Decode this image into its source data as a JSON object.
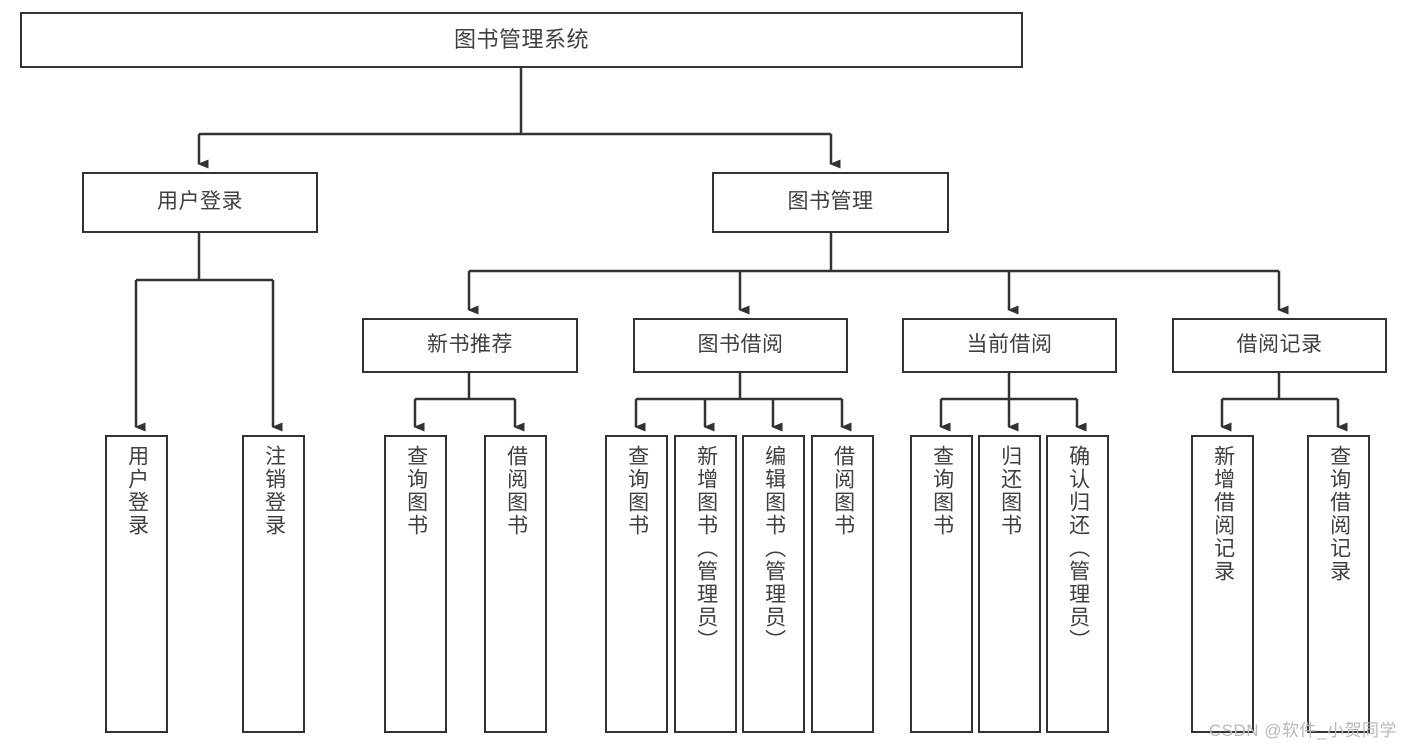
{
  "diagram": {
    "title": "图书管理系统",
    "watermark": "CSDN @软件_小贺同学",
    "colors": {
      "background": "#ffffff",
      "node_border": "#333333",
      "node_fill": "#ffffff",
      "text": "#3f3f3f",
      "edge": "#333333",
      "watermark": "#b9b9b9"
    },
    "nodes": {
      "root": {
        "label": "图书管理系统"
      },
      "level2": [
        {
          "id": "user-login",
          "label": "用户登录"
        },
        {
          "id": "book-manage",
          "label": "图书管理"
        }
      ],
      "level3": [
        {
          "id": "new-book-recommend",
          "label": "新书推荐"
        },
        {
          "id": "book-borrow",
          "label": "图书借阅"
        },
        {
          "id": "current-borrow",
          "label": "当前借阅"
        },
        {
          "id": "borrow-record",
          "label": "借阅记录"
        }
      ],
      "leaves": {
        "user_login": [
          {
            "id": "leaf-user-login",
            "label": "用户登录"
          },
          {
            "id": "leaf-logout-login",
            "label": "注销登录"
          }
        ],
        "new_book_recommend": [
          {
            "id": "leaf-query-book-1",
            "label": "查询图书"
          },
          {
            "id": "leaf-borrow-book-1",
            "label": "借阅图书"
          }
        ],
        "book_borrow": [
          {
            "id": "leaf-query-book-2",
            "label": "查询图书"
          },
          {
            "id": "leaf-add-book",
            "label": "新增图书（管理员）"
          },
          {
            "id": "leaf-edit-book",
            "label": "编辑图书（管理员）"
          },
          {
            "id": "leaf-borrow-book-2",
            "label": "借阅图书"
          }
        ],
        "current_borrow": [
          {
            "id": "leaf-query-book-3",
            "label": "查询图书"
          },
          {
            "id": "leaf-return-book",
            "label": "归还图书"
          },
          {
            "id": "leaf-confirm-return",
            "label": "确认归还（管理员）"
          }
        ],
        "borrow_record": [
          {
            "id": "leaf-add-record",
            "label": "新增借阅记录"
          },
          {
            "id": "leaf-query-record",
            "label": "查询借阅记录"
          }
        ]
      }
    }
  }
}
